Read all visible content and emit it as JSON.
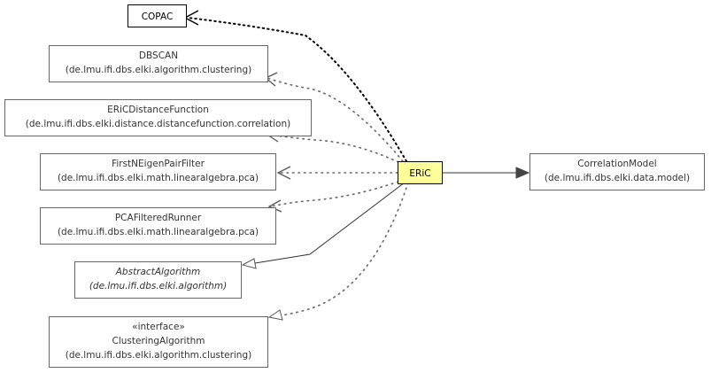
{
  "nodes": {
    "copac": {
      "name": "COPAC"
    },
    "dbscan": {
      "name": "DBSCAN",
      "package": "(de.lmu.ifi.dbs.elki.algorithm.clustering)"
    },
    "eric_distance": {
      "name": "ERiCDistanceFunction",
      "package": "(de.lmu.ifi.dbs.elki.distance.distancefunction.correlation)"
    },
    "firstn": {
      "name": "FirstNEigenPairFilter",
      "package": "(de.lmu.ifi.dbs.elki.math.linearalgebra.pca)"
    },
    "pcafiltered": {
      "name": "PCAFilteredRunner",
      "package": "(de.lmu.ifi.dbs.elki.math.linearalgebra.pca)"
    },
    "abstract": {
      "name": "AbstractAlgorithm",
      "package": "(de.lmu.ifi.dbs.elki.algorithm)"
    },
    "clustering": {
      "stereotype": "«interface»",
      "name": "ClusteringAlgorithm",
      "package": "(de.lmu.ifi.dbs.elki.algorithm.clustering)"
    },
    "eric": {
      "name": "ERiC"
    },
    "correlation": {
      "name": "CorrelationModel",
      "package": "(de.lmu.ifi.dbs.elki.data.model)"
    }
  },
  "colors": {
    "focus_fill": "#ffff99",
    "border_dark": "#000000",
    "border_gray": "#666666",
    "text": "#333333"
  }
}
